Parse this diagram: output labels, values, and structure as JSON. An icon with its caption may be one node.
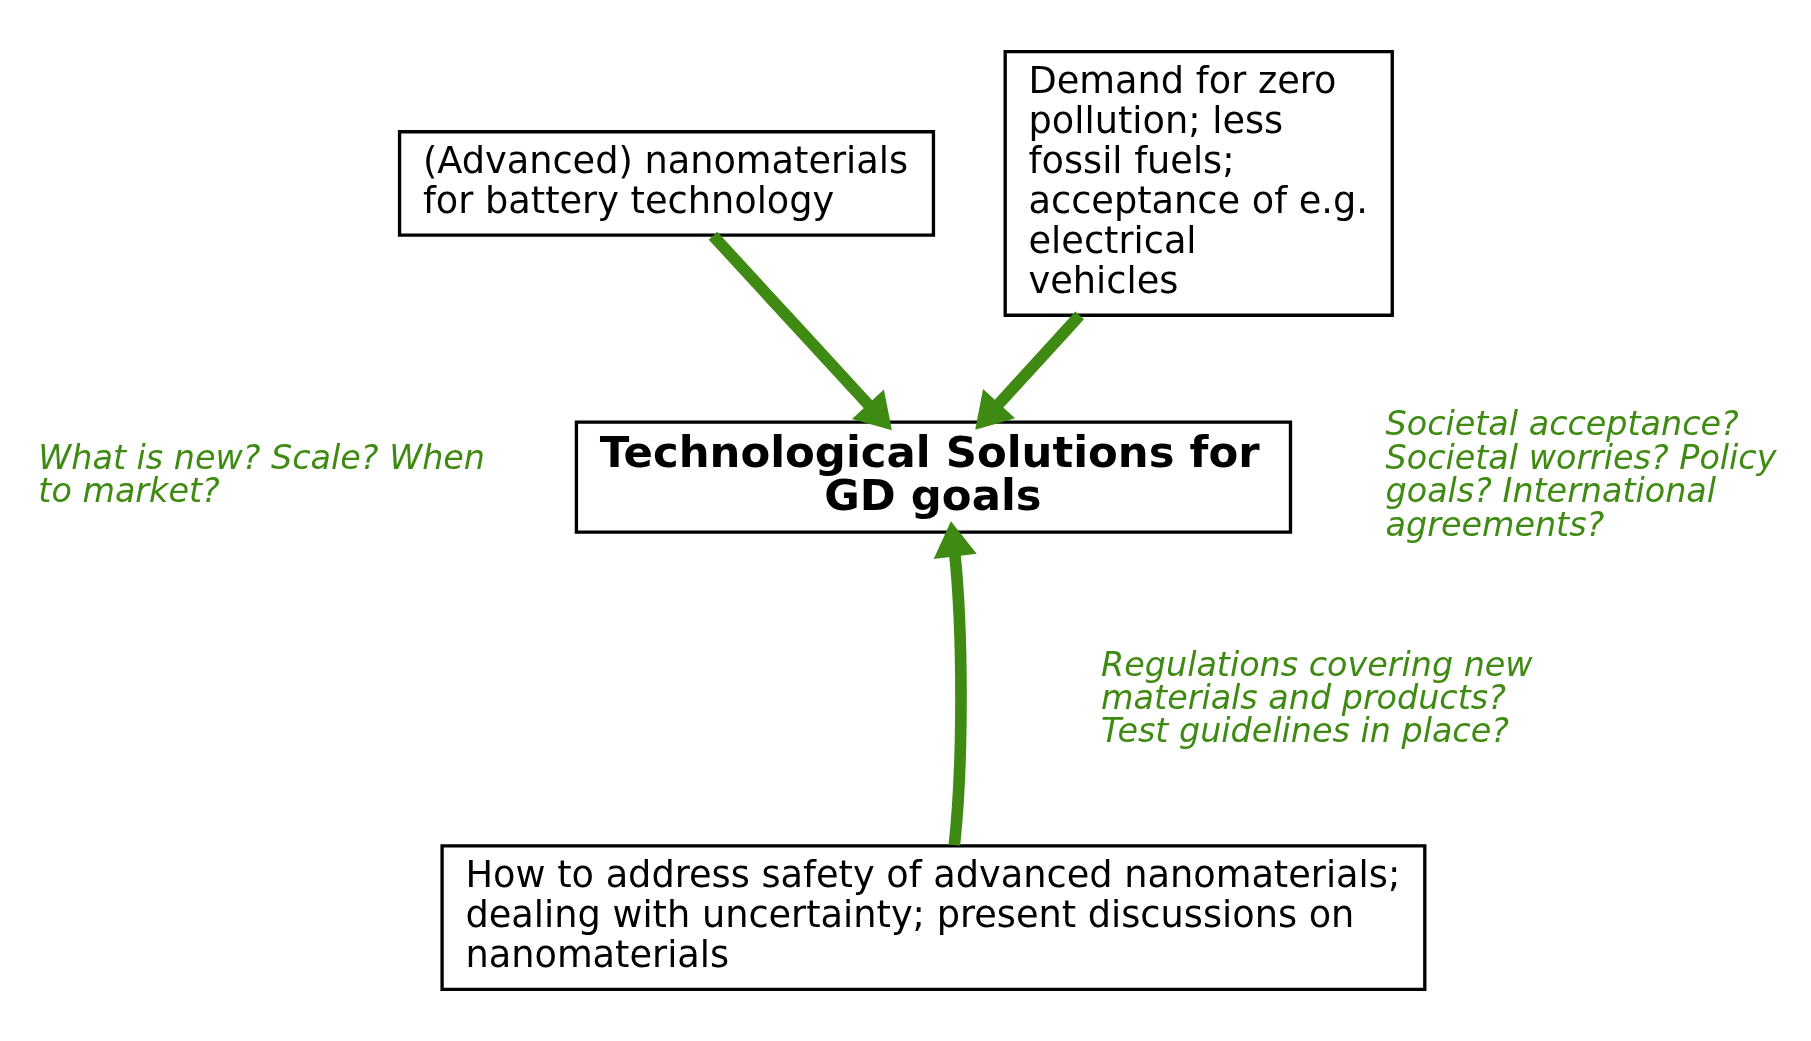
{
  "diagram": {
    "nodes": [
      {
        "text": [
          "(Advanced) nanomaterials for battery technology"
        ]
      },
      {
        "text": [
          "Demand for zero pollution; less fossil fuels; acceptance of e.g. electrical vehicles"
        ]
      },
      {
        "text": [
          "Technological Solutions for GD goals"
        ]
      },
      {
        "text": [
          "How to address safety of advanced nanomaterials; dealing with uncertainty; present discussions on nanomaterials"
        ]
      }
    ],
    "edges": [
      {
        "from": 0,
        "to": 2,
        "arrow": "to"
      },
      {
        "from": 1,
        "to": 2,
        "arrow": "to"
      },
      {
        "from": 3,
        "to": 2,
        "arrow": "to"
      }
    ],
    "labels": [
      "What is new? Scale? When to market?",
      "Societal acceptance? Societal worries? Policy goals? International agreements?",
      "Regulations covering new materials and products? Test guidelines in place?"
    ]
  }
}
